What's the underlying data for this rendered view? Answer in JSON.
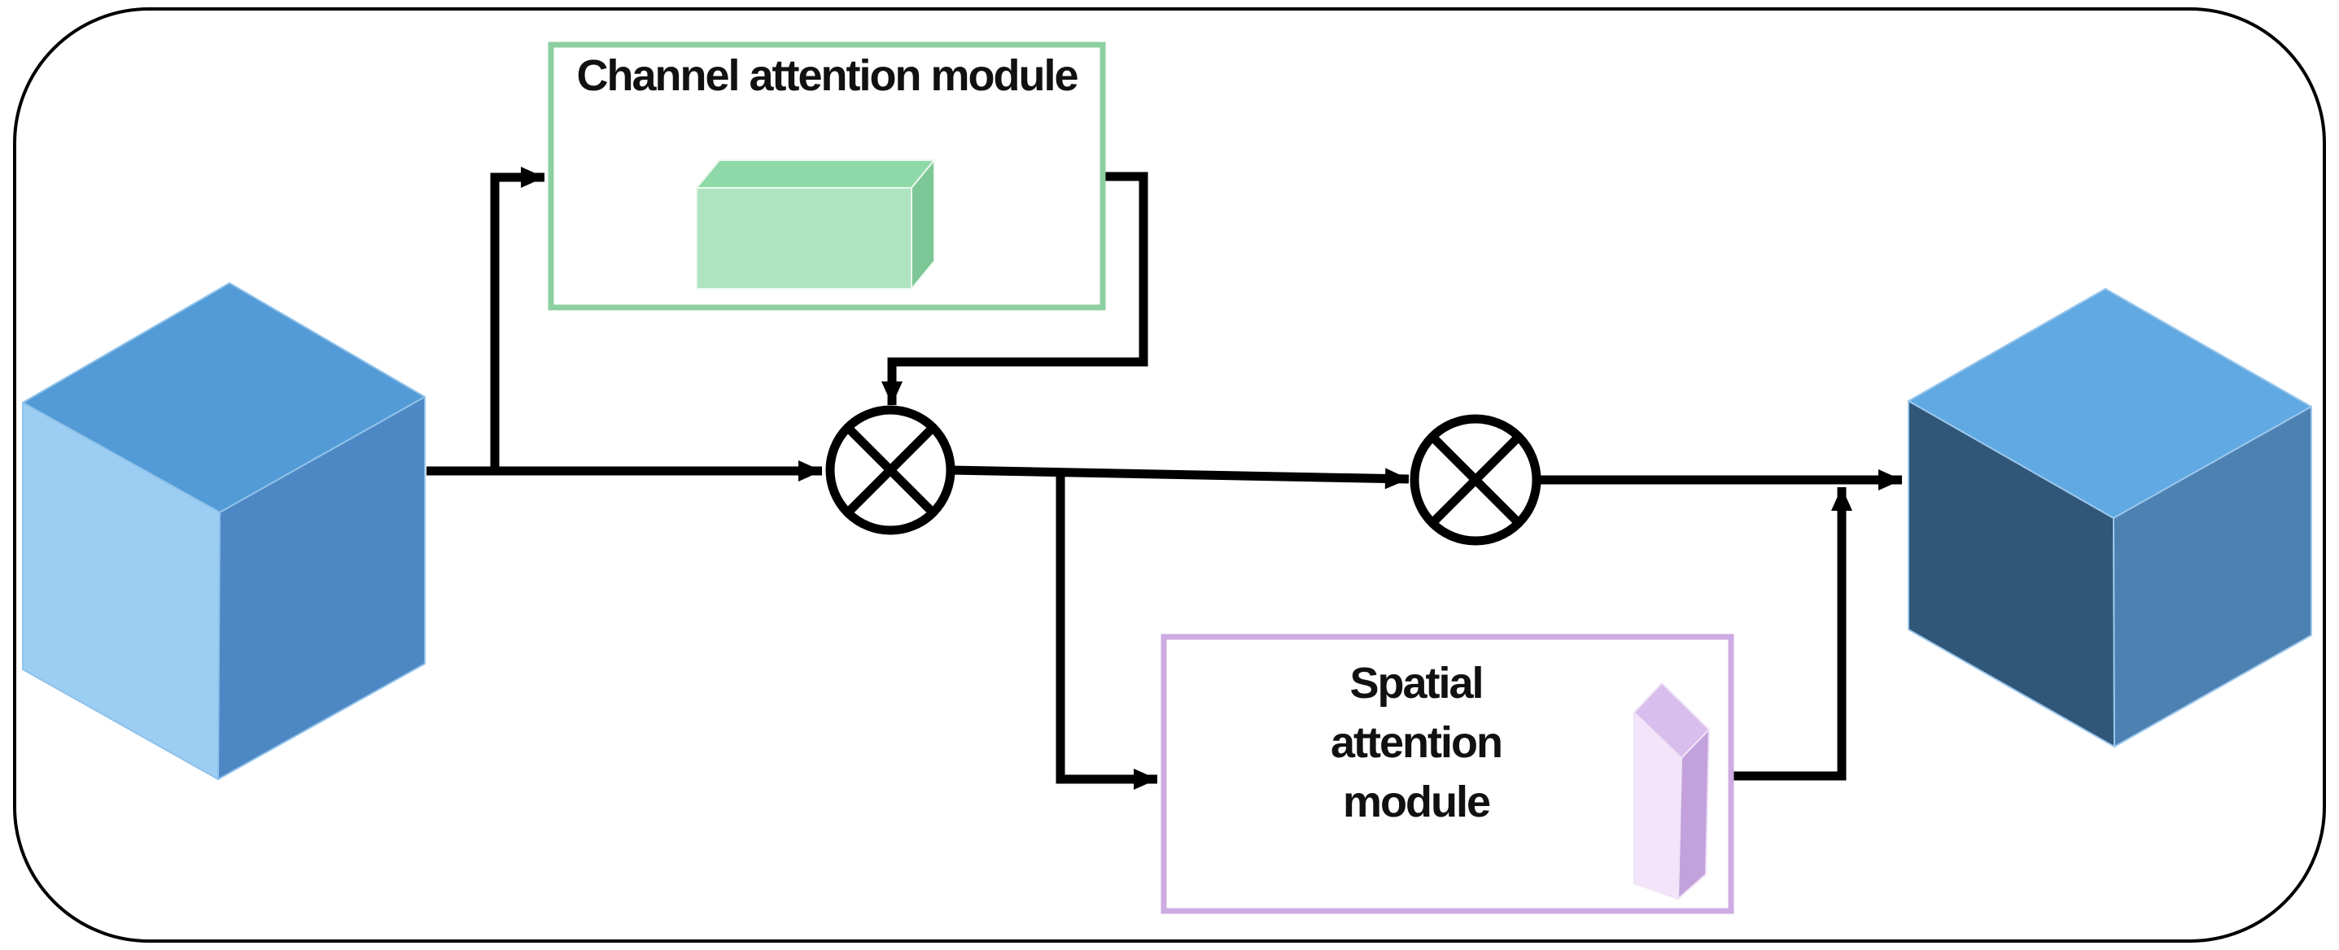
{
  "canvas": {
    "background": "#ffffff",
    "border_color": "#000000"
  },
  "lines": {
    "color": "#000000"
  },
  "modules": {
    "channel": {
      "label": "Channel attention module",
      "border_color": "#8CCFA0",
      "cuboid": {
        "top": "#8FD9A9",
        "front": "#AEE4BF",
        "side": "#7CC795"
      }
    },
    "spatial": {
      "label": "Spatial attention module",
      "label_lines": [
        "Spatial",
        "attention",
        "module"
      ],
      "border_color": "#CDABE3",
      "slab": {
        "top": "#D9BDEC",
        "front": "#F4E4FB",
        "side": "#C3A1DC"
      }
    }
  },
  "tensors": {
    "input_cube": {
      "top": "#539BD6",
      "left": "#9CCEF4",
      "right": "#4E88C4"
    },
    "output_cube": {
      "top": "#60A9E2",
      "left": "#305778",
      "right": "#4D81B2"
    }
  },
  "operators": {
    "multiply_1": {
      "icon": "multiply-circle-icon",
      "symbol": "⊗"
    },
    "multiply_2": {
      "icon": "multiply-circle-icon",
      "symbol": "⊗"
    }
  }
}
